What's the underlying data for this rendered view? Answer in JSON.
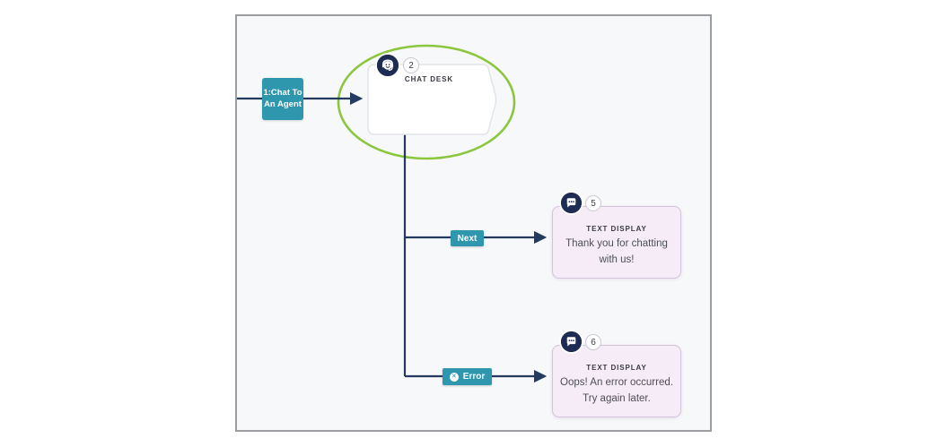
{
  "colors": {
    "accent_teal": "#2e96ad",
    "connector_navy": "#243a5e",
    "icon_navy": "#1e2b52",
    "highlight_green": "#8cc63f",
    "display_node_bg": "#f6ecf8",
    "display_node_border": "#d3c3dc",
    "canvas_bg": "#f7f8fa"
  },
  "flow": {
    "start": {
      "label": "1:Chat To An Agent"
    },
    "chat_desk": {
      "badge": "2",
      "title": "CHAT DESK",
      "icon": "support-agent-icon"
    },
    "branches": {
      "next": {
        "label": "Next"
      },
      "error": {
        "label": "Error",
        "icon": "error-x-icon"
      }
    },
    "node5": {
      "badge": "5",
      "title": "TEXT DISPLAY",
      "body": "Thank you for chatting with us!",
      "icon": "chat-bubble-icon"
    },
    "node6": {
      "badge": "6",
      "title": "TEXT DISPLAY",
      "body": "Oops! An error occurred. Try again later.",
      "icon": "chat-bubble-icon"
    }
  }
}
